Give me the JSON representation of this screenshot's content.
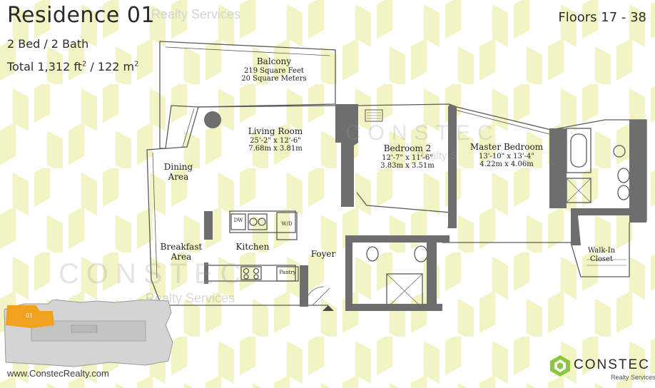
{
  "header": {
    "title": "Residence 01",
    "watermark": "Realty Services",
    "beds_baths": "2 Bed / 2 Bath",
    "total_prefix": "Total 1,312 ft",
    "total_mid": " / 122 m",
    "sup": "2",
    "floors": "Floors 17 - 38"
  },
  "rooms": {
    "balcony": {
      "name": "Balcony",
      "line1": "219 Square Feet",
      "line2": "20 Square Meters"
    },
    "living": {
      "name": "Living Room",
      "line1": "25'-2\" x 12'-6\"",
      "line2": "7.68m x 3.81m"
    },
    "dining": {
      "line1": "Dining",
      "line2": "Area"
    },
    "bedroom2": {
      "name": "Bedroom 2",
      "line1": "12'-7\" x 11'-6\"",
      "line2": "3.83m x 3.51m"
    },
    "master": {
      "name": "Master Bedroom",
      "line1": "13'-10\" x 13'-4\"",
      "line2": "4.22m x 4.06m"
    },
    "breakfast": {
      "line1": "Breakfast",
      "line2": "Area"
    },
    "kitchen": {
      "name": "Kitchen"
    },
    "foyer": {
      "name": "Foyer"
    },
    "walkin": {
      "line1": "Walk-In",
      "line2": "Closet"
    },
    "dw": "DW",
    "wd": "W/D",
    "pantry": "Pantry"
  },
  "watermarks": {
    "constec": "CONSTEC",
    "realty": "Realty Services",
    "realty_short": "Realty S"
  },
  "keyplan": {
    "unit_label": "01"
  },
  "footer": {
    "website": "www.ConstecRealty.com"
  },
  "logo": {
    "name": "CONSTEC",
    "tagline": "Realty Services"
  },
  "colors": {
    "pattern": "#f3f4c4",
    "wall": "#6e6e6e",
    "highlight": "#f0a21e",
    "brand_green": "#8dc63f"
  }
}
